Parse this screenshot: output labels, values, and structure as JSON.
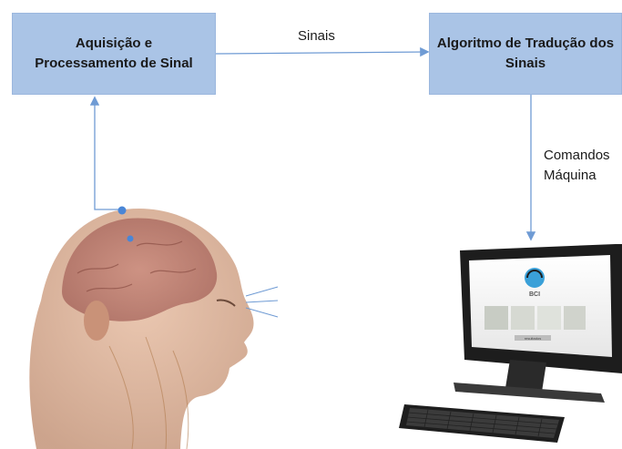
{
  "boxes": {
    "acquisition": {
      "line1": "Aquisição e",
      "line2": "Processamento de Sinal"
    },
    "algorithm": {
      "line1": "Algoritmo de Tradução dos",
      "line2": "Sinais"
    }
  },
  "labels": {
    "signals": "Sinais",
    "commands_line1": "Comandos",
    "commands_line2": "Máquina"
  },
  "colors": {
    "box_fill": "#aac4e6",
    "arrow": "#6f9bd4",
    "electrode": "#4a86d6"
  },
  "monitor_screen": {
    "logo_text": "BCI",
    "caption": "resultados"
  }
}
